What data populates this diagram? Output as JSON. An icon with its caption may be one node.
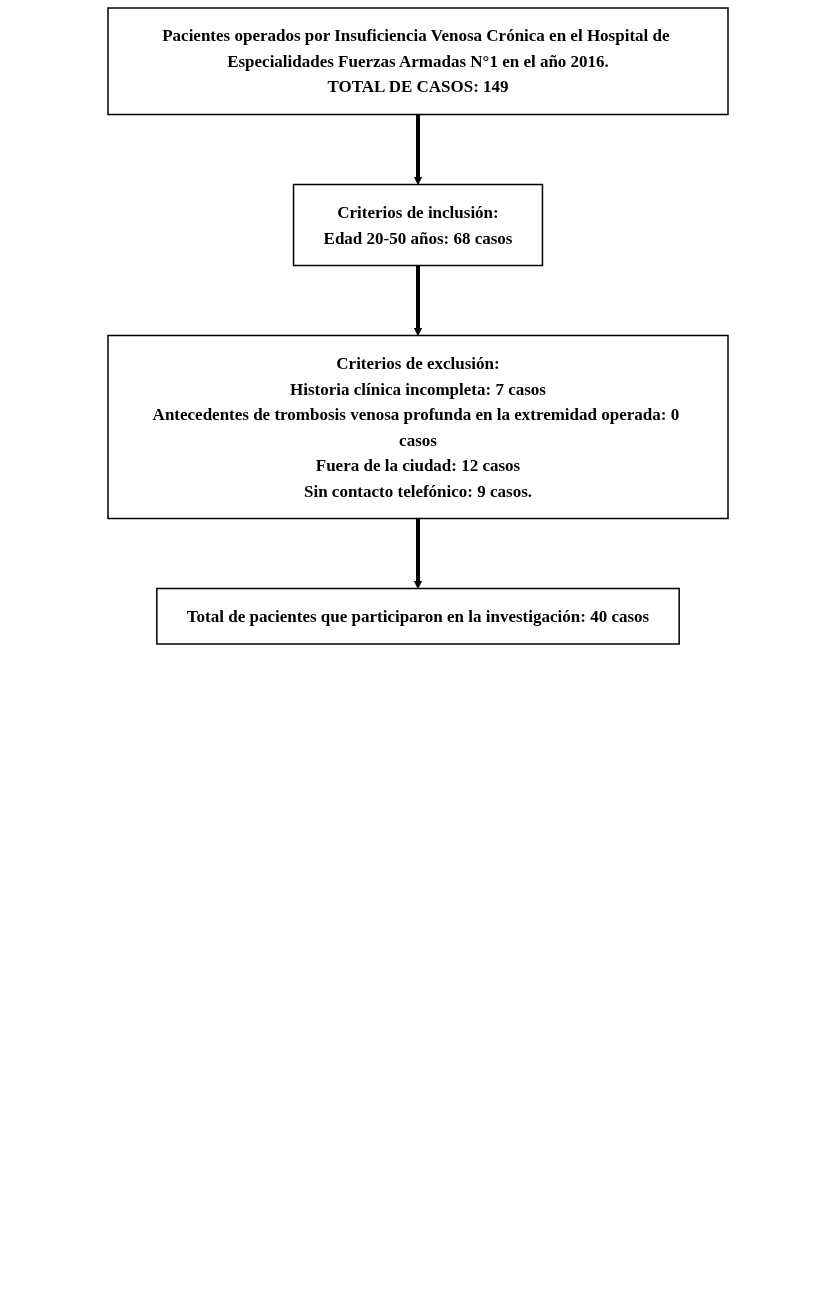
{
  "diagram": {
    "nodes": [
      {
        "text": [
          "Pacientes operados por Insuficiencia Venosa Crónica en el Hospital de Especialidades Fuerzas Armadas N°1 en el año 2016.",
          "TOTAL DE CASOS: 149"
        ]
      },
      {
        "text": [
          "Criterios de inclusión:",
          "Edad 20-50 años: 68 casos"
        ]
      },
      {
        "text": [
          "Criterios de exclusión:",
          "Historia clínica incompleta: 7 casos",
          "Antecedentes de trombosis venosa profunda en la extremidad operada: 0 casos",
          "Fuera de la ciudad: 12 casos",
          "Sin contacto telefónico: 9 casos."
        ]
      },
      {
        "text": [
          "Total de pacientes que participaron en la investigación: 40 casos"
        ]
      }
    ],
    "edges": [
      {
        "from": 0,
        "to": 1,
        "arrow": "to"
      },
      {
        "from": 1,
        "to": 2,
        "arrow": "to"
      },
      {
        "from": 2,
        "to": 3,
        "arrow": "to"
      }
    ]
  }
}
